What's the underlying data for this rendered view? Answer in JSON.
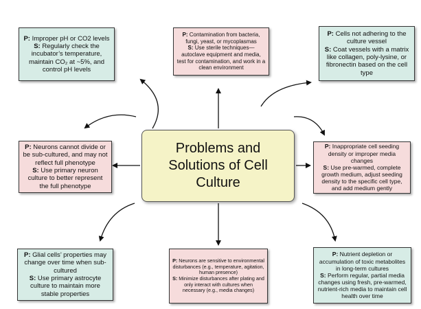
{
  "center_title": "Problems and Solutions of Cell Culture",
  "labels": {
    "problem": "P:",
    "solution": "S:"
  },
  "boxes": {
    "top_left": {
      "problem": "Improper pH or CO2 levels",
      "solution": "Regularly check the incubator’s temperature, maintain CO₂ at ~5%, and control pH levels"
    },
    "top_center": {
      "problem": "Contamination from bacteria, fungi, yeast, or mycoplasmas",
      "solution": "Use sterile techniques—autoclave equipment and media, test for contamination, and work in a clean environment"
    },
    "top_right": {
      "problem": "Cells not adhering to the culture vessel",
      "solution": "Coat vessels with a matrix like collagen, poly-lysine, or fibronectin based on the cell type"
    },
    "mid_left": {
      "problem": "Neurons cannot divide or be sub-cultured, and may not reflect full phenotype",
      "solution": "Use primary neuron culture to better represent the full phenotype"
    },
    "mid_right": {
      "problem": "Inappropriate cell seeding density or improper media changes",
      "solution": "Use pre-warmed, complete growth medium, adjust seeding density to the specific cell type, and add medium gently"
    },
    "bottom_left": {
      "problem": "Glial cells’ properties may change over time when sub-cultured",
      "solution": "Use primary astrocyte culture to maintain more stable properties"
    },
    "bottom_center": {
      "problem": "Neurons are sensitive to environmental disturbances (e.g., temperature, agitation, human presence)",
      "solution": "Minimize disturbances after plating and only interact with cultures when necessary (e.g., media changes)"
    },
    "bottom_right": {
      "problem": "Nutrient depletion or accumulation of toxic metabolites in long-term cultures",
      "solution": "Perform regular, partial media changes using fresh, pre-warmed, nutrient-rich media to maintain cell health over time"
    }
  }
}
